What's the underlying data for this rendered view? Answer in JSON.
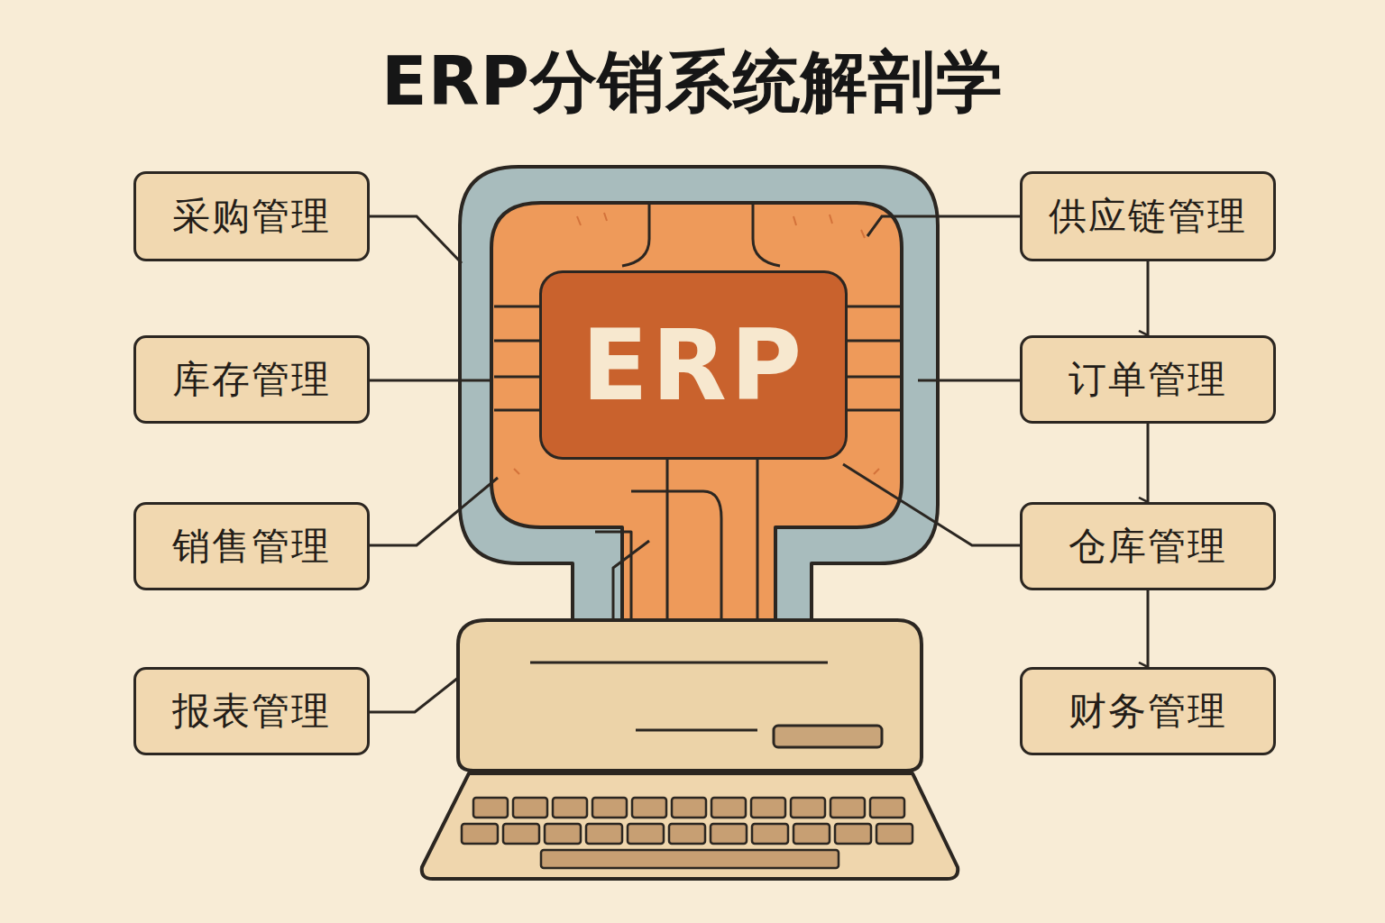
{
  "diagram": {
    "title": "ERP分销系统解剖学",
    "nodes": [
      {
        "text": [
          "采购管理"
        ]
      },
      {
        "text": [
          "供应链管理"
        ]
      },
      {
        "text": [
          "ERP"
        ]
      },
      {
        "text": [
          "库存管理"
        ]
      },
      {
        "text": [
          "订单管理"
        ]
      },
      {
        "text": [
          "销售管理"
        ]
      },
      {
        "text": [
          "仓库管理"
        ]
      },
      {
        "text": [
          "报表管理"
        ]
      },
      {
        "text": [
          "财务管理"
        ]
      }
    ],
    "edges": [
      {
        "from": 1,
        "to": 4,
        "arrow": "to"
      },
      {
        "from": 4,
        "to": 6,
        "arrow": "to"
      },
      {
        "from": 6,
        "to": 8,
        "arrow": "to"
      }
    ]
  }
}
